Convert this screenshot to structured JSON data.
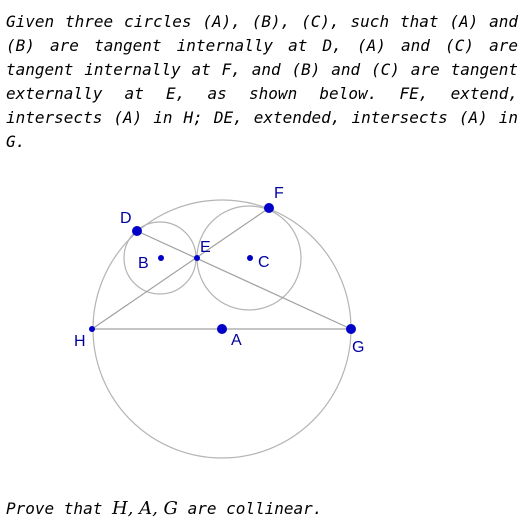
{
  "problem": {
    "statement": "Given three circles (A), (B), (C), such that (A) and (B) are tangent internally at D, (A) and (C) are tangent internally at F, and (B) and (C) are tangent externally at E, as shown below. FE, extend, intersects (A) in H; DE, extended, intersects (A) in G.",
    "prove_prefix": "Prove that ",
    "prove_math": "H, A, G",
    "prove_suffix": " are collinear."
  },
  "diagram": {
    "circles": [
      "A",
      "B",
      "C"
    ],
    "points": {
      "A": "A",
      "B": "B",
      "C": "C",
      "D": "D",
      "E": "E",
      "F": "F",
      "G": "G",
      "H": "H"
    },
    "colors": {
      "circle_stroke": "#b4b4b4",
      "segment_stroke": "#a0a0a0",
      "point_fill": "#0000c8",
      "label_fill": "#0000a0"
    }
  }
}
